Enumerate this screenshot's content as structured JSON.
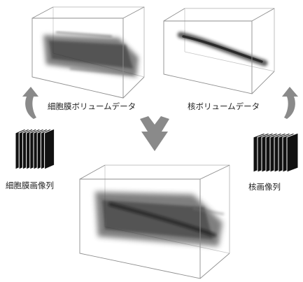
{
  "labels": {
    "membrane_volume": "細胞膜ボリュームデータ",
    "nucleus_volume": "核ボリュームデータ",
    "membrane_images": "細胞膜画像列",
    "nucleus_images": "核画像列"
  },
  "colors": {
    "arrow": "#8a8a8a",
    "box_edge": "#9a9a9a",
    "stack_fill": "#111111",
    "volume_shade": "#3a3a3a"
  },
  "icons": {
    "arrow_up_left": "curved-arrow-icon",
    "arrow_up_right": "curved-arrow-icon",
    "arrow_down": "merge-arrow-icon",
    "image_stack": "image-stack-icon"
  }
}
